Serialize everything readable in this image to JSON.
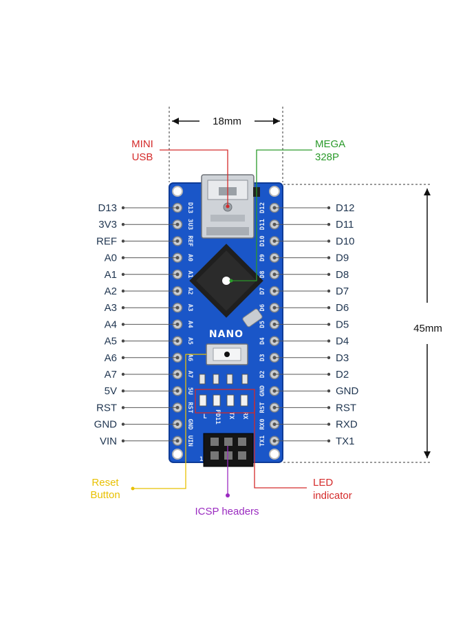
{
  "dimensions": {
    "width_label": "18mm",
    "height_label": "45mm"
  },
  "callouts": {
    "mini_usb": {
      "line1": "MINI",
      "line2": "USB",
      "color": "#d42a2a"
    },
    "mega328p": {
      "line1": "MEGA",
      "line2": "328P",
      "color": "#2a9a2a"
    },
    "reset_button": {
      "line1": "Reset",
      "line2": "Button",
      "color": "#e8c000"
    },
    "led_indicator": {
      "line1": "LED",
      "line2": "indicator",
      "color": "#d42a2a"
    },
    "icsp_headers": {
      "text": "ICSP headers",
      "color": "#9a2ac0"
    }
  },
  "left_pins": [
    "D13",
    "3V3",
    "REF",
    "A0",
    "A1",
    "A2",
    "A3",
    "A4",
    "A5",
    "A6",
    "A7",
    "5V",
    "RST",
    "GND",
    "VIN"
  ],
  "right_pins": [
    "D12",
    "D11",
    "D10",
    "D9",
    "D8",
    "D7",
    "D6",
    "D5",
    "D4",
    "D3",
    "D2",
    "GND",
    "RST",
    "RXD",
    "TX1"
  ],
  "board": {
    "nano_label": "NANO",
    "left_silk": [
      "D13",
      "3U3",
      "REF",
      "A0",
      "A1",
      "A2",
      "A3",
      "A4",
      "A5",
      "A6",
      "A7",
      "5U",
      "RST",
      "GND",
      "UIN"
    ],
    "right_silk": [
      "D12",
      "D11",
      "D10",
      "D9",
      "D8",
      "D7",
      "D6",
      "D5",
      "D4",
      "D3",
      "D2",
      "GND",
      "RST",
      "RX0",
      "TX1"
    ],
    "led_labels": [
      "L",
      "PD11",
      "TX",
      "RX"
    ],
    "icsp_pin1": "1",
    "pcb_color": "#1a56c8"
  }
}
